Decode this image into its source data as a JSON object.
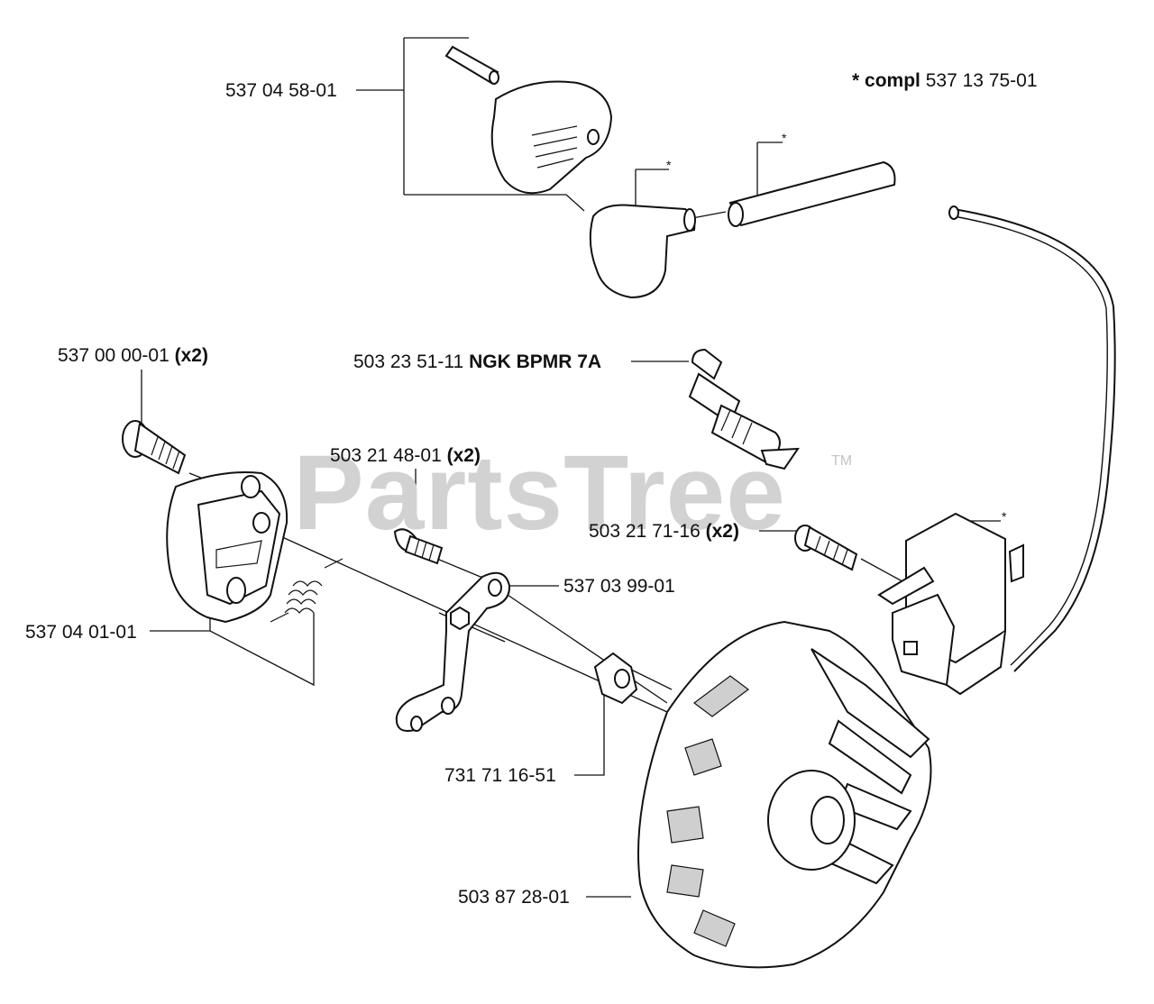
{
  "diagram": {
    "watermark": "PartsTree",
    "trademark": "TM",
    "note": {
      "star": "*",
      "bold": "compl",
      "number": "537 13 75-01"
    },
    "star_marker": "*",
    "labels": {
      "cover": {
        "number": "537 04 58-01"
      },
      "plug": {
        "number": "503 23 51-11",
        "bold": "NGK BPMR 7A"
      },
      "screw_a": {
        "number": "537 00 00-01",
        "bold": "(x2)"
      },
      "screw_b": {
        "number": "503 21 48-01",
        "bold": "(x2)"
      },
      "screw_c": {
        "number": "503 21 71-16",
        "bold": "(x2)"
      },
      "plate": {
        "number": "537 03 99-01"
      },
      "clutch": {
        "number": "537 04 01-01"
      },
      "nut": {
        "number": "731 71 16-51"
      },
      "flywheel": {
        "number": "503 87 28-01"
      }
    }
  }
}
